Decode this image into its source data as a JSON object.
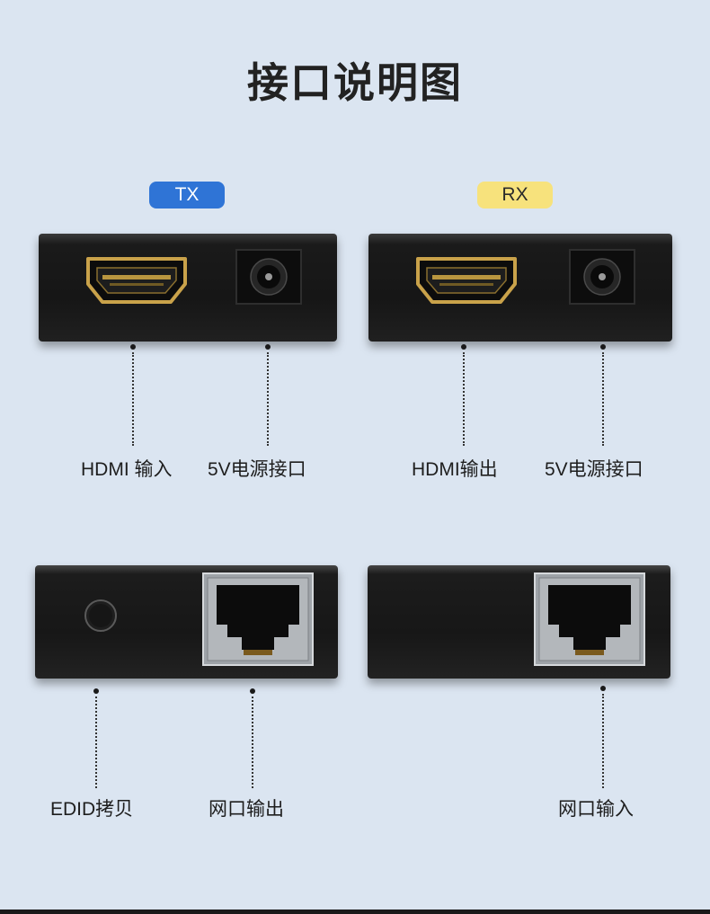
{
  "title": "接口说明图",
  "tx": {
    "badge": "TX",
    "front_labels": {
      "hdmi": "HDMI 输入",
      "power": "5V电源接口"
    },
    "back_labels": {
      "edid": "EDID拷贝",
      "lan": "网口输出"
    }
  },
  "rx": {
    "badge": "RX",
    "front_labels": {
      "hdmi": "HDMI输出",
      "power": "5V电源接口"
    },
    "back_labels": {
      "lan": "网口输入"
    }
  },
  "colors": {
    "background": "#dbe5f1",
    "tx_badge": "#2f74d6",
    "rx_badge": "#f7e27c",
    "device_body": "#161616",
    "hdmi_gold": "#c9a24a"
  },
  "icons": [
    "hdmi-port-icon",
    "dc-power-jack-icon",
    "rj45-port-icon",
    "edid-button-icon"
  ]
}
